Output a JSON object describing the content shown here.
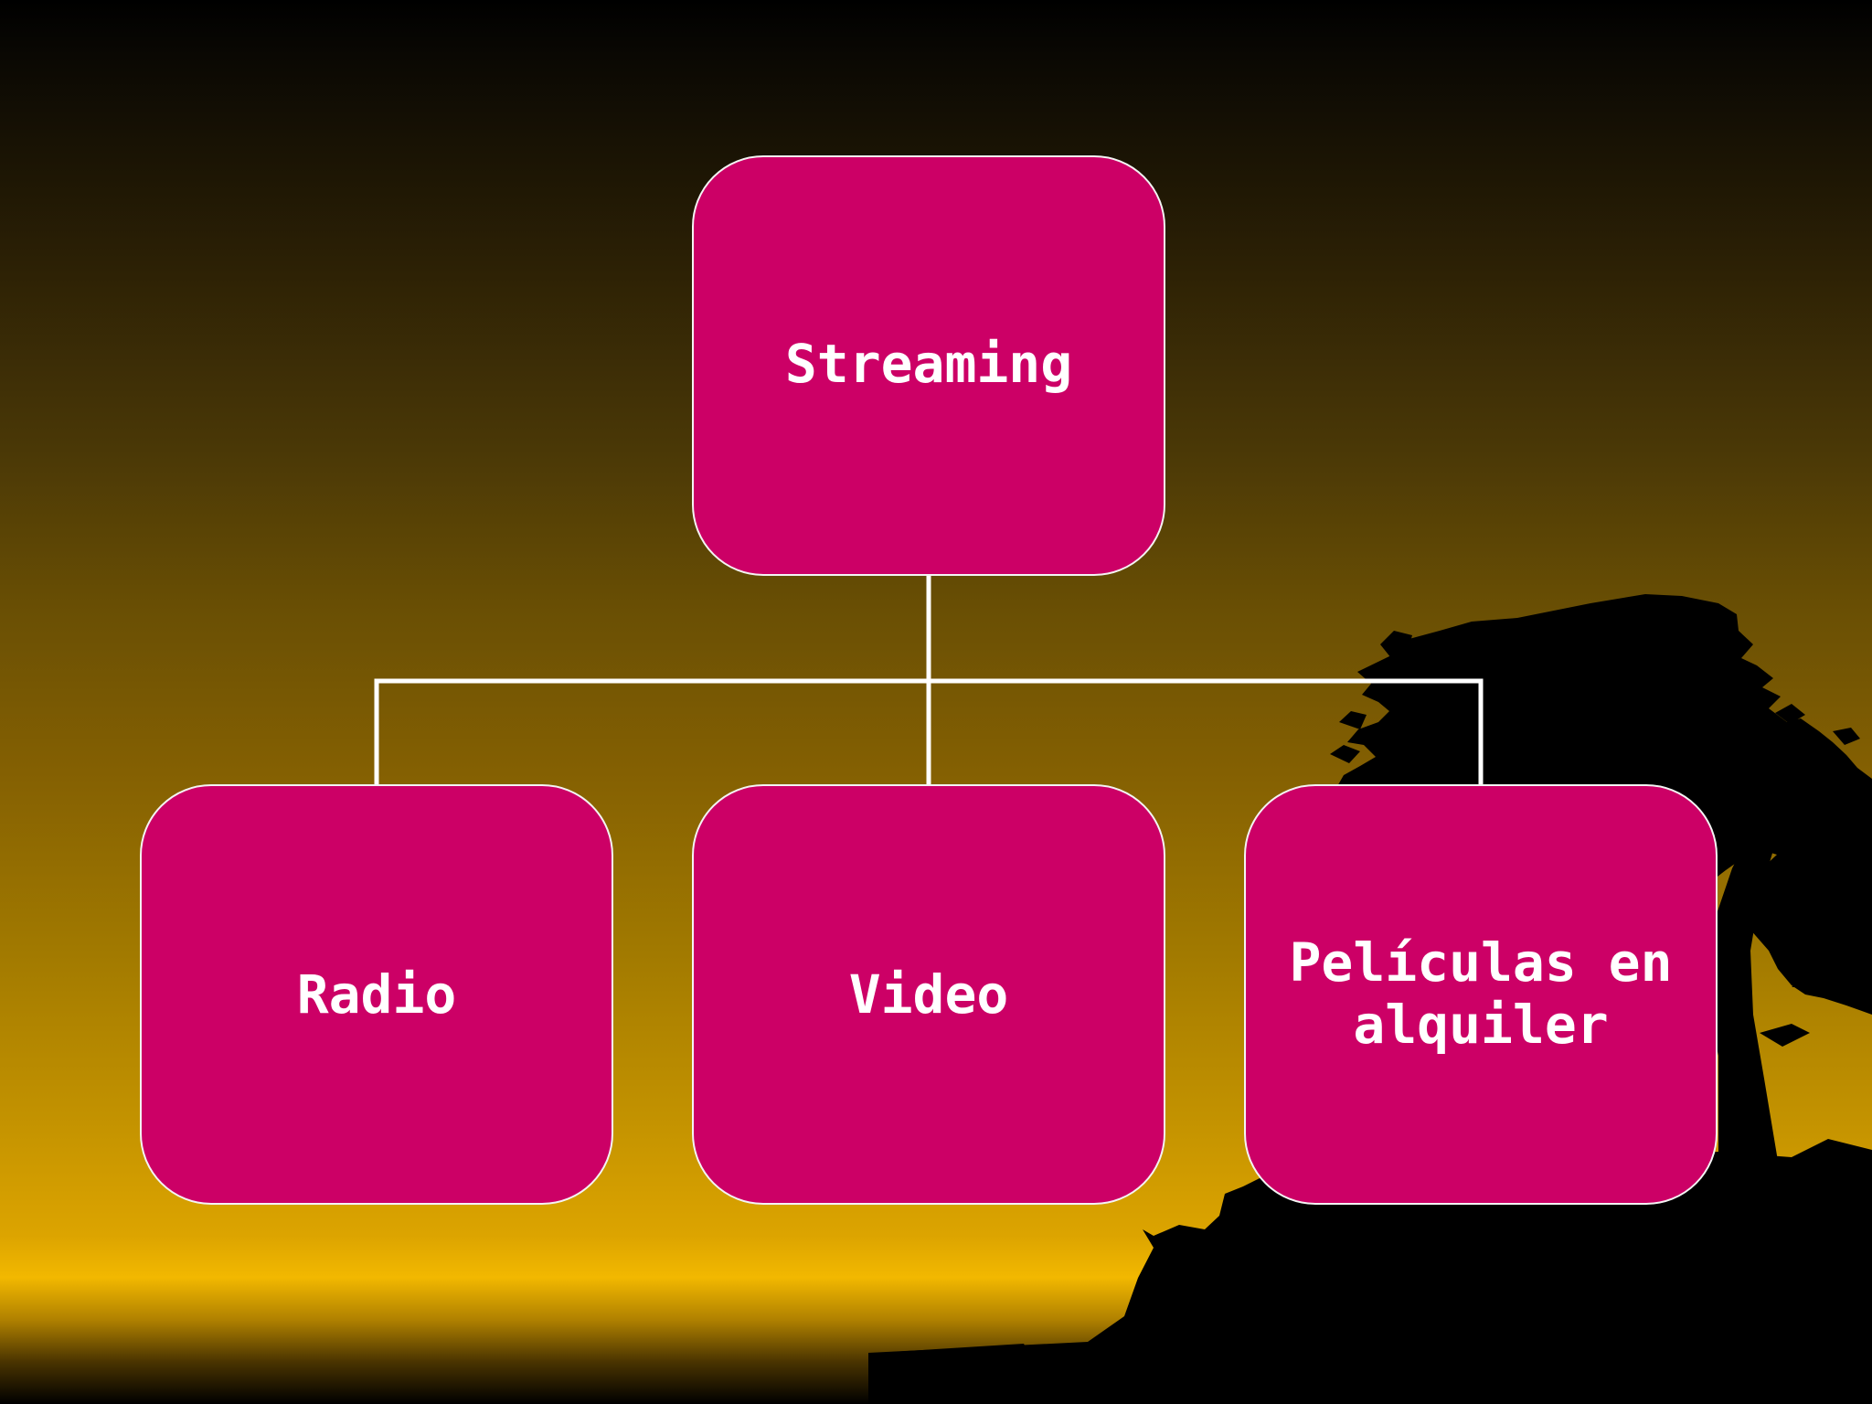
{
  "diagram": {
    "type": "org-chart",
    "root": {
      "label": "Streaming"
    },
    "children": [
      {
        "label": "Radio"
      },
      {
        "label": "Video"
      },
      {
        "label": "Películas en alquiler"
      }
    ]
  },
  "colors": {
    "node_fill": "#cc0066",
    "node_border": "#f4f4f4",
    "connector": "#ffffff",
    "text": "#ffffff",
    "background_top": "#000000",
    "background_bottom": "#f2b800",
    "silhouette": "#000000"
  }
}
